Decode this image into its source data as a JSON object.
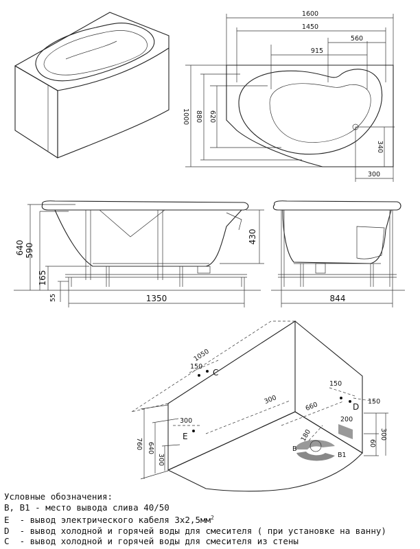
{
  "top_view": {
    "width_total": "1600",
    "width_inner": "1450",
    "width_915": "915",
    "width_560": "560",
    "height_total": "1000",
    "height_880": "880",
    "height_620": "620",
    "drain_340": "340",
    "drain_300": "300"
  },
  "side_view": {
    "height_640": "640",
    "height_590": "590",
    "height_165": "165",
    "leg_55": "55",
    "depth_430": "430",
    "length_1350": "1350",
    "width_844": "844"
  },
  "install_view": {
    "wall_1050": "1050",
    "c_150": "150",
    "c_label": "C",
    "d_150_left": "150",
    "d_150_right": "150",
    "d_label": "D",
    "e_300_top": "300",
    "e_label": "E",
    "floor_300": "300",
    "floor_660": "660",
    "floor_200": "200",
    "r_180": "180",
    "b_label": "B",
    "b1_label": "B1",
    "h_760": "760",
    "h_640": "640",
    "h_300_left": "300",
    "h_60": "60",
    "h_300_right": "300"
  },
  "legend": {
    "title": "Условные обозначения:",
    "line_b": "B, B1 - место вывода слива 40/50",
    "line_e": "E  - вывод электрического кабеля 3х2,5мм",
    "line_e_sup": "2",
    "line_d": "D  - вывод холодной и горячей воды для смесителя ( при установке на ванну)",
    "line_c": "C  - вывод холодной и горячей воды для смесителя из стены"
  }
}
